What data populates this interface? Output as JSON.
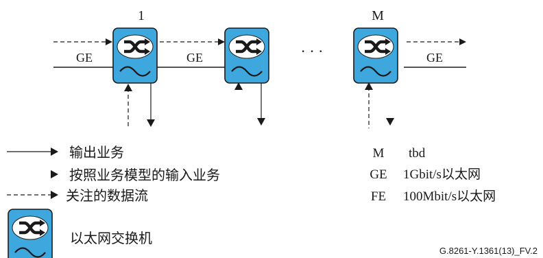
{
  "diagram": {
    "top_labels": {
      "first_switch": "1",
      "last_switch": "M"
    },
    "link_labels": {
      "left": "GE",
      "middle": "GE",
      "right": "GE"
    },
    "ellipsis": "· · ·"
  },
  "legend": {
    "output_traffic": "输出业务",
    "input_traffic_model": "按照业务模型的输入业务",
    "flow_of_interest": "关注的数据流",
    "switch_label": "以太网交换机"
  },
  "definitions": {
    "m_key": "M",
    "m_value": "tbd",
    "ge_key": "GE",
    "ge_value": "1Gbit/s以太网",
    "fe_key": "FE",
    "fe_value": "100Mbit/s以太网"
  },
  "footer": {
    "figure_id": "G.8261-Y.1361(13)_FV.2"
  },
  "colors": {
    "switch_fill": "#3ea8de",
    "switch_border": "#1a1a1a",
    "line": "#1a1a1a",
    "text": "#1a1a1a"
  },
  "icons": [
    "crossed-arrows-icon",
    "sine-wave-icon",
    "arrow-head-icon"
  ]
}
